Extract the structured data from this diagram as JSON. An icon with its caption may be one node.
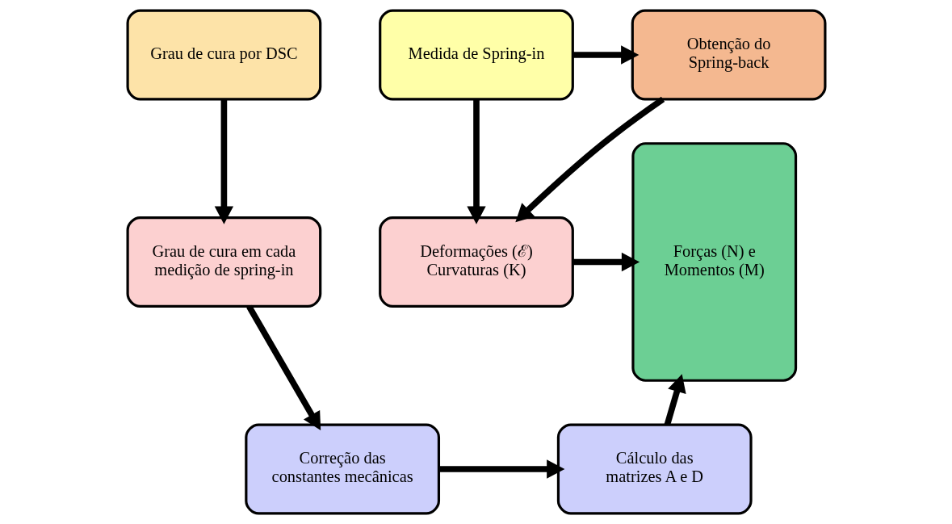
{
  "diagram": {
    "nodes": [
      {
        "text": [
          "Grau de cura por DSC"
        ]
      },
      {
        "text": [
          "Medida de Spring-in"
        ]
      },
      {
        "text": [
          "Obtenção do Spring-back"
        ]
      },
      {
        "text": [
          "Grau de cura em cada medição de spring-in"
        ]
      },
      {
        "text": [
          "Deformações (ℰ) Curvaturas (K)"
        ]
      },
      {
        "text": [
          "Forças (N) e Momentos (M)"
        ]
      },
      {
        "text": [
          "Correção das constantes mecânicas"
        ]
      },
      {
        "text": [
          "Cálculo das matrizes A e D"
        ]
      }
    ],
    "edges": [
      {
        "from": 0,
        "to": 3,
        "arrow": "to"
      },
      {
        "from": 1,
        "to": 2,
        "arrow": "to"
      },
      {
        "from": 1,
        "to": 4,
        "arrow": "to"
      },
      {
        "from": 2,
        "to": 4,
        "arrow": "to"
      },
      {
        "from": 3,
        "to": 6,
        "arrow": "to"
      },
      {
        "from": 4,
        "to": 5,
        "arrow": "to"
      },
      {
        "from": 6,
        "to": 7,
        "arrow": "to"
      },
      {
        "from": 7,
        "to": 5,
        "arrow": "to"
      }
    ]
  }
}
